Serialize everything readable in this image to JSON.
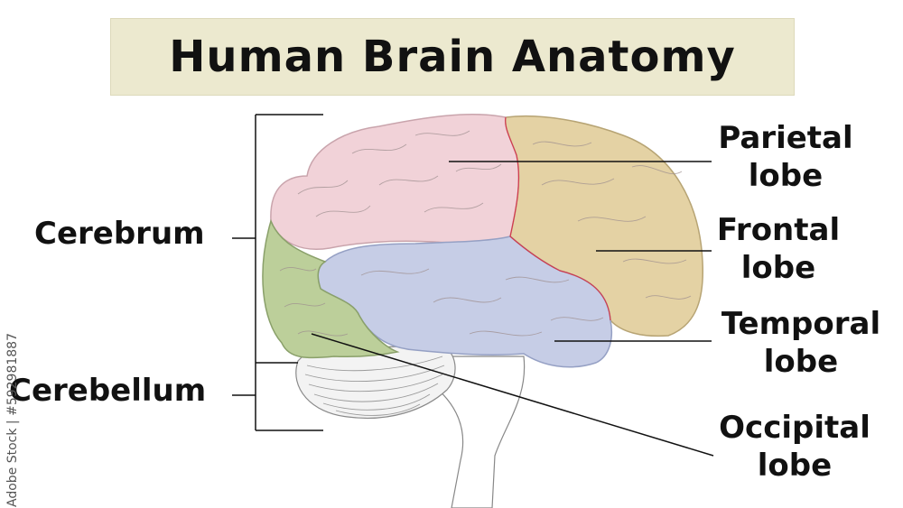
{
  "title": "Human Brain Anatomy",
  "labels": {
    "parietal": [
      "Parietal",
      "lobe"
    ],
    "frontal": [
      "Frontal",
      "lobe"
    ],
    "temporal": [
      "Temporal",
      "lobe"
    ],
    "occipital": [
      "Occipital",
      "lobe"
    ],
    "cerebrum": "Cerebrum",
    "cerebellum": "Cerebellum"
  },
  "watermark": "Adobe Stock | #592981887",
  "colors": {
    "title_bg": "#ece9cf",
    "parietal_lobe": "#f1d2d8",
    "frontal_lobe": "#e4d2a4",
    "temporal_lobe": "#c6cde6",
    "occipital_lobe": "#bccf9a",
    "cerebellum": "#f3f3f3"
  }
}
